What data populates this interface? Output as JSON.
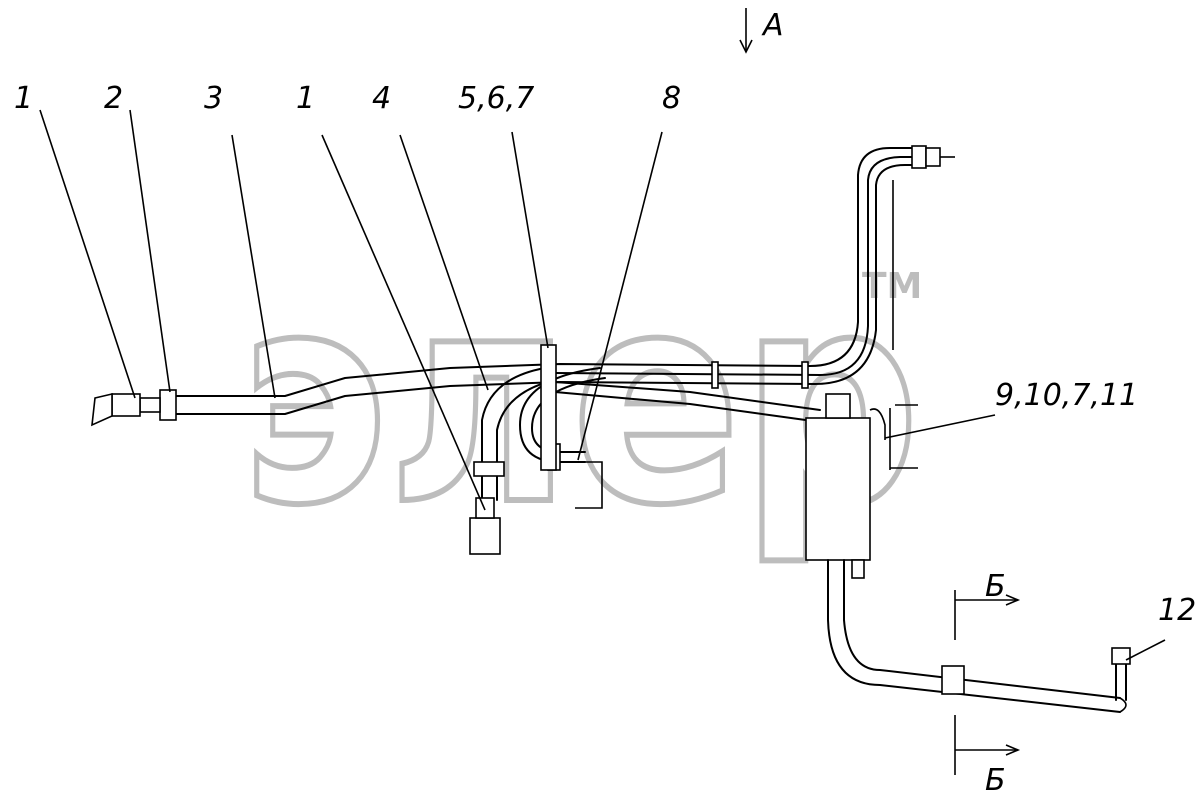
{
  "watermark": {
    "text": "элер",
    "trademark": "TM"
  },
  "view_marker": {
    "label": "А"
  },
  "section_marker": {
    "label": "Б"
  },
  "callouts": [
    "1",
    "2",
    "3",
    "1",
    "4",
    "5,6,7",
    "8",
    "9,10,7,11",
    "12"
  ]
}
